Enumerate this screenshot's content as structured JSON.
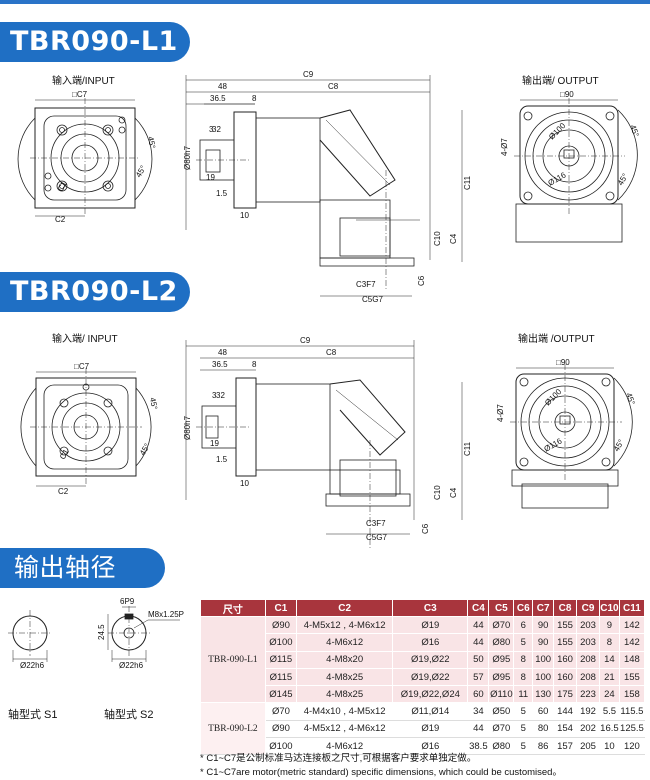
{
  "sections": {
    "l1_title": "TBR090-L1",
    "l2_title": "TBR090-L2",
    "shaft_title": "输出轴径"
  },
  "labels": {
    "input_l1": "输入端/INPUT",
    "output_l1": "输出端/ OUTPUT",
    "input_l2": "输入端/ INPUT",
    "output_l2": "输出端 /OUTPUT",
    "s1": "轴型式  S1",
    "s2": "轴型式  S2"
  },
  "dims": {
    "sq_c7": "□C7",
    "sq_90": "□90",
    "c9": "C9",
    "c8": "C8",
    "d48": "48",
    "d36_5": "36.5",
    "d8": "8",
    "d3": "3",
    "d32": "32",
    "phi80": "Ø80h7",
    "d19": "19",
    "d1_5": "1.5",
    "d10": "10",
    "c11": "C11",
    "c10": "C10",
    "c4": "C4",
    "c6": "C6",
    "c3": "C3F7",
    "c5": "C5G7",
    "c1": "C1",
    "c2": "C2",
    "ang45": "45°",
    "phi100": "Ø100",
    "phi116": "Ø116",
    "m4": "4-Ø7",
    "s_6": "6P9",
    "s_m8": "M8x1.25P",
    "s_24": "24.5",
    "s_phi22a": "Ø22h6",
    "s_phi22b": "Ø22h6"
  },
  "table": {
    "headers": [
      "尺寸",
      "C1",
      "C2",
      "C3",
      "C4",
      "C5",
      "C6",
      "C7",
      "C8",
      "C9",
      "C10",
      "C11"
    ],
    "groups": [
      {
        "model": "TBR-090-L1",
        "rows": [
          [
            "Ø90",
            "4-M5x12 , 4-M6x12",
            "Ø19",
            "44",
            "Ø70",
            "6",
            "90",
            "155",
            "203",
            "9",
            "142"
          ],
          [
            "Ø100",
            "4-M6x12",
            "Ø16",
            "44",
            "Ø80",
            "5",
            "90",
            "155",
            "203",
            "8",
            "142"
          ],
          [
            "Ø115",
            "4-M8x20",
            "Ø19,Ø22",
            "50",
            "Ø95",
            "8",
            "100",
            "160",
            "208",
            "14",
            "148"
          ],
          [
            "Ø115",
            "4-M8x25",
            "Ø19,Ø22",
            "57",
            "Ø95",
            "8",
            "100",
            "160",
            "208",
            "21",
            "155"
          ],
          [
            "Ø145",
            "4-M8x25",
            "Ø19,Ø22,Ø24",
            "60",
            "Ø110",
            "11",
            "130",
            "175",
            "223",
            "24",
            "158"
          ]
        ]
      },
      {
        "model": "TBR-090-L2",
        "rows": [
          [
            "Ø70",
            "4-M4x10 , 4-M5x12",
            "Ø11,Ø14",
            "34",
            "Ø50",
            "5",
            "60",
            "144",
            "192",
            "5.5",
            "115.5"
          ],
          [
            "Ø90",
            "4-M5x12 , 4-M6x12",
            "Ø19",
            "44",
            "Ø70",
            "5",
            "80",
            "154",
            "202",
            "16.5",
            "125.5"
          ],
          [
            "Ø100",
            "4-M6x12",
            "Ø16",
            "38.5",
            "Ø80",
            "5",
            "86",
            "157",
            "205",
            "10",
            "120"
          ]
        ]
      }
    ]
  },
  "notes": [
    "* C1~C7是公制标准马达连接板之尺寸,可根据客户要求单独定做。",
    "* C1~C7are motor(metric standard)  specific dimensions, which could be customised。"
  ],
  "colors": {
    "title_blue": "#1f6fc4",
    "header_red": "#a8353d",
    "row_pink": "#f9e4e6"
  }
}
